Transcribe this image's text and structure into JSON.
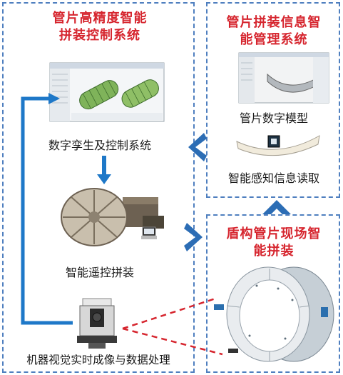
{
  "panels": {
    "left": {
      "title_line1": "管片高精度智能",
      "title_line2": "拼装控制系统",
      "steps": [
        {
          "label": "数字孪生及控制系统"
        },
        {
          "label": "智能遥控拼装"
        },
        {
          "label": "机器视觉实时成像与数据处理"
        }
      ]
    },
    "top_right": {
      "title_line1": "管片拼装信息智",
      "title_line2": "能管理系统",
      "steps": [
        {
          "label": "管片数字模型"
        },
        {
          "label": "智能感知信息读取"
        }
      ]
    },
    "bottom_right": {
      "title_line1": "盾构管片现场智",
      "title_line2": "能拼装"
    }
  },
  "colors": {
    "title": "#d6262f",
    "arrow": "#1e78c8",
    "panel_border": "#4f7fbf",
    "laser": "#d6262f"
  }
}
